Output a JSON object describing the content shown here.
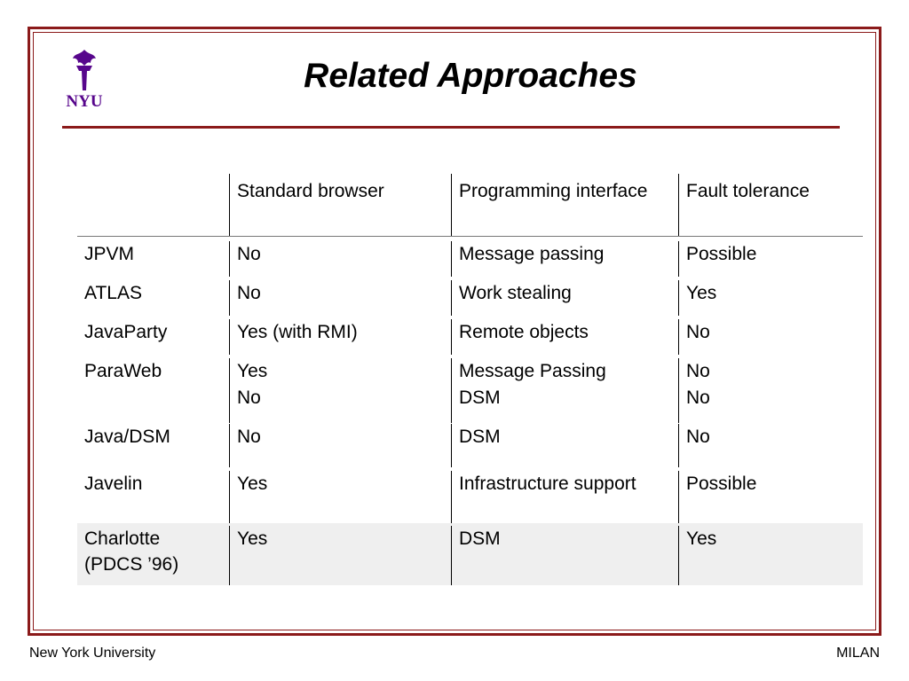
{
  "slide": {
    "title": "Related Approaches",
    "logo_text": "NYU",
    "accent_color": "#8b1a1a",
    "logo_color": "#57068c"
  },
  "table": {
    "headers": [
      "",
      "Standard browser",
      "Programming interface",
      "Fault tolerance"
    ],
    "rows": [
      [
        "JPVM",
        "No",
        "Message passing",
        "Possible"
      ],
      [
        "ATLAS",
        "No",
        "Work stealing",
        "Yes"
      ],
      [
        "JavaParty",
        "Yes (with RMI)",
        "Remote objects",
        "No"
      ],
      [
        "ParaWeb",
        "Yes",
        "Message Passing",
        "No"
      ],
      [
        "",
        "No",
        "DSM",
        "No"
      ],
      [
        "Java/DSM",
        "No",
        "DSM",
        "No"
      ],
      [
        "Javelin",
        "Yes",
        "Infrastructure support",
        "Possible"
      ],
      [
        "Charlotte (PDCS ’96)",
        "Yes",
        "DSM",
        "Yes"
      ]
    ]
  },
  "footer": {
    "left": "New York University",
    "right": "MILAN"
  }
}
